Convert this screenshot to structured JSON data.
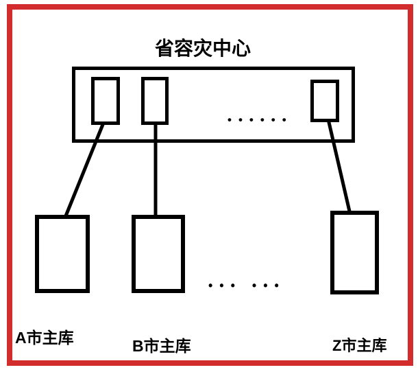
{
  "colors": {
    "frame": "#d22c2c",
    "ink": "#000000",
    "background": "#ffffff"
  },
  "diagram": {
    "title": "省容灾中心",
    "ellipsis_top": "••••••",
    "ellipsis_bottom": "••• •••",
    "nodes": {
      "city_a": "A市主库",
      "city_b": "B市主库",
      "city_z": "Z市主库"
    }
  }
}
